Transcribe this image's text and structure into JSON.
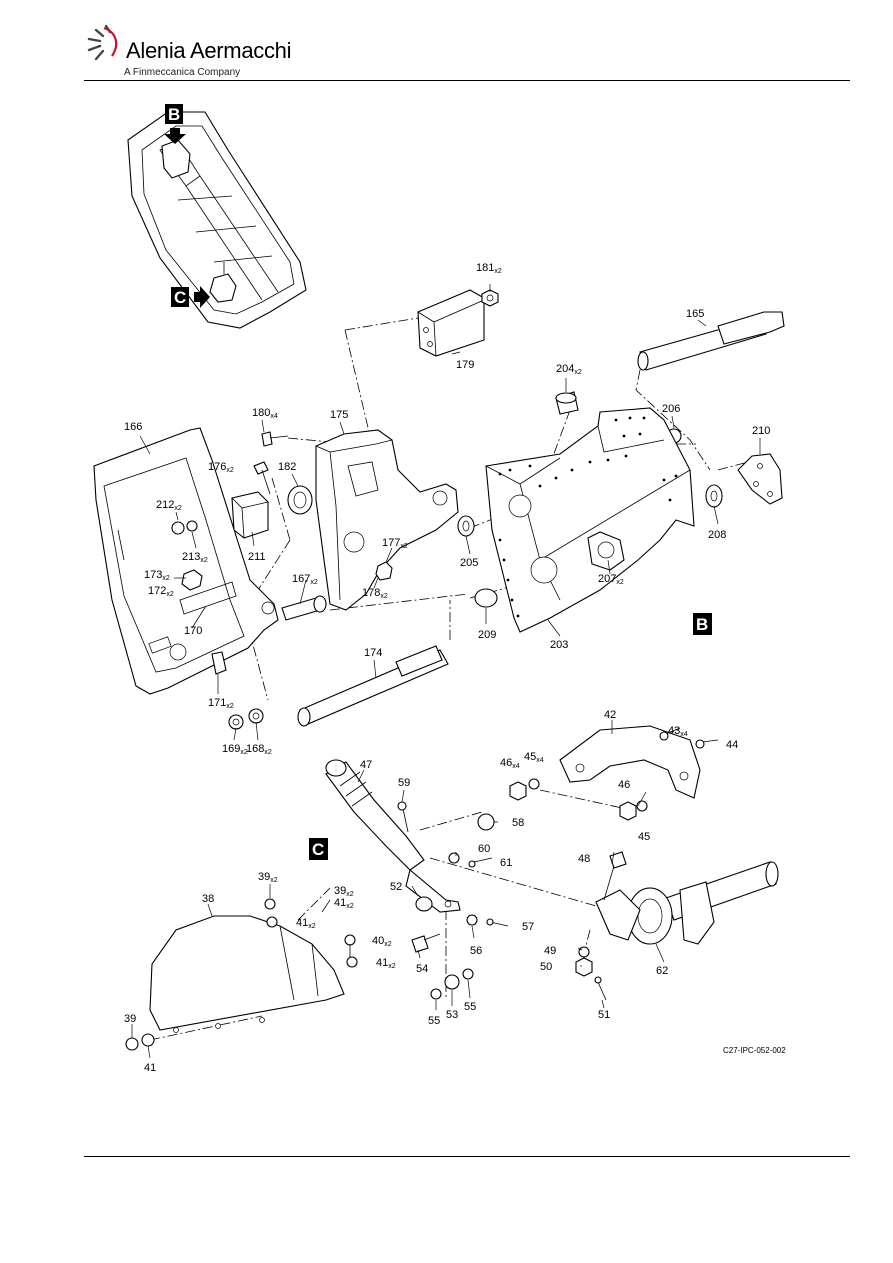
{
  "header": {
    "brand": "Alenia Aermacchi",
    "subbrand": "A Finmeccanica Company"
  },
  "figure": {
    "code": "C27-IPC-052-002",
    "view_tags": {
      "b": "B",
      "c": "C"
    },
    "callouts": [
      {
        "num": "181",
        "qty": "x2"
      },
      {
        "num": "179",
        "qty": ""
      },
      {
        "num": "165",
        "qty": ""
      },
      {
        "num": "204",
        "qty": "x2"
      },
      {
        "num": "206",
        "qty": ""
      },
      {
        "num": "210",
        "qty": ""
      },
      {
        "num": "166",
        "qty": ""
      },
      {
        "num": "180",
        "qty": "x4"
      },
      {
        "num": "175",
        "qty": ""
      },
      {
        "num": "176",
        "qty": "x2"
      },
      {
        "num": "182",
        "qty": ""
      },
      {
        "num": "212",
        "qty": "x2"
      },
      {
        "num": "213",
        "qty": "x2"
      },
      {
        "num": "211",
        "qty": ""
      },
      {
        "num": "173",
        "qty": "x2"
      },
      {
        "num": "172",
        "qty": "x2"
      },
      {
        "num": "177",
        "qty": "x2"
      },
      {
        "num": "205",
        "qty": ""
      },
      {
        "num": "207",
        "qty": "x2"
      },
      {
        "num": "208",
        "qty": ""
      },
      {
        "num": "167",
        "qty": "x2"
      },
      {
        "num": "178",
        "qty": "x2"
      },
      {
        "num": "170",
        "qty": ""
      },
      {
        "num": "209",
        "qty": ""
      },
      {
        "num": "203",
        "qty": ""
      },
      {
        "num": "174",
        "qty": ""
      },
      {
        "num": "171",
        "qty": "x2"
      },
      {
        "num": "169",
        "qty": "x2"
      },
      {
        "num": "168",
        "qty": "x2"
      },
      {
        "num": "43",
        "qty": "x4"
      },
      {
        "num": "42",
        "qty": ""
      },
      {
        "num": "44",
        "qty": ""
      },
      {
        "num": "47",
        "qty": ""
      },
      {
        "num": "46",
        "qty": "x4"
      },
      {
        "num": "45",
        "qty": "x4"
      },
      {
        "num": "59",
        "qty": ""
      },
      {
        "num": "46",
        "qty": ""
      },
      {
        "num": "58",
        "qty": ""
      },
      {
        "num": "45",
        "qty": ""
      },
      {
        "num": "60",
        "qty": ""
      },
      {
        "num": "61",
        "qty": ""
      },
      {
        "num": "48",
        "qty": ""
      },
      {
        "num": "39",
        "qty": "x2"
      },
      {
        "num": "39",
        "qty": "x2"
      },
      {
        "num": "41",
        "qty": "x2"
      },
      {
        "num": "52",
        "qty": ""
      },
      {
        "num": "38",
        "qty": ""
      },
      {
        "num": "41",
        "qty": "x2"
      },
      {
        "num": "57",
        "qty": ""
      },
      {
        "num": "40",
        "qty": "x2"
      },
      {
        "num": "56",
        "qty": ""
      },
      {
        "num": "49",
        "qty": ""
      },
      {
        "num": "41",
        "qty": "x2"
      },
      {
        "num": "54",
        "qty": ""
      },
      {
        "num": "50",
        "qty": ""
      },
      {
        "num": "62",
        "qty": ""
      },
      {
        "num": "55",
        "qty": ""
      },
      {
        "num": "53",
        "qty": ""
      },
      {
        "num": "55",
        "qty": ""
      },
      {
        "num": "51",
        "qty": ""
      },
      {
        "num": "39",
        "qty": ""
      },
      {
        "num": "41",
        "qty": ""
      }
    ]
  }
}
